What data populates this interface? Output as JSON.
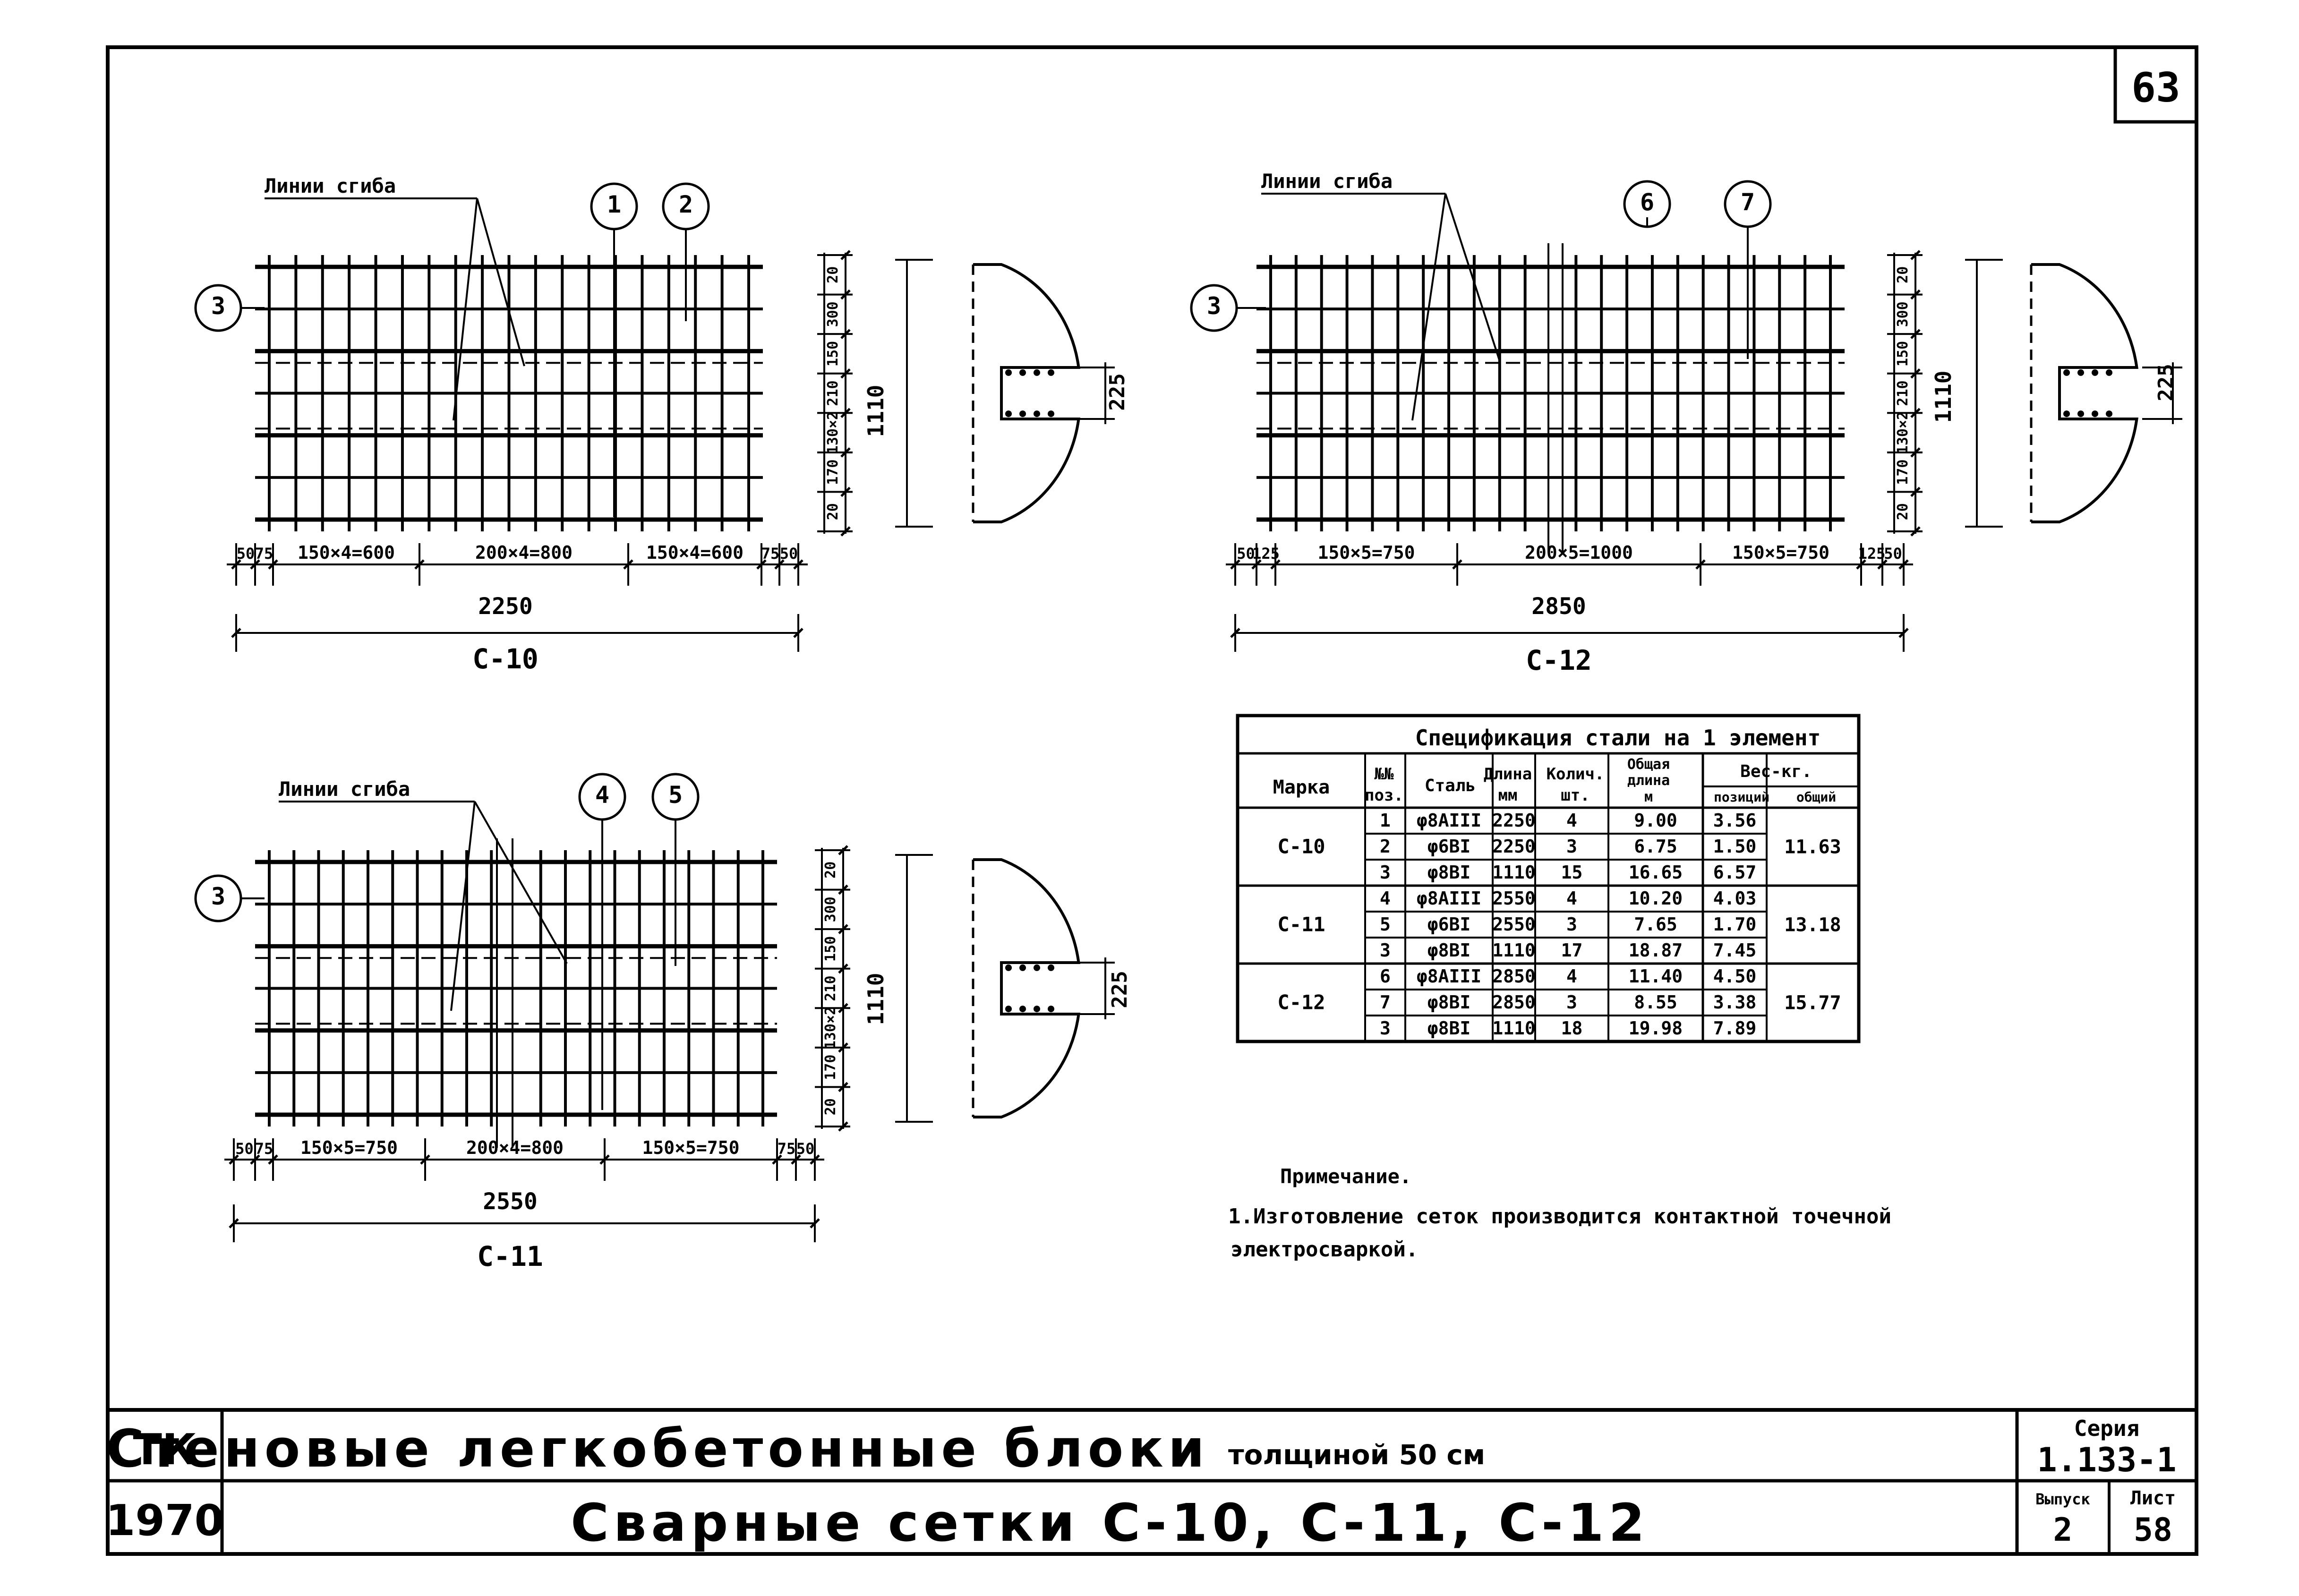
{
  "sheet_number": "63",
  "meshes": [
    {
      "id": "mesh-c10",
      "label": "C-10",
      "bend_label": "Линии сгиба",
      "positions": [
        "1",
        "2",
        "3"
      ],
      "width_dims": [
        "50",
        "75",
        "150×4=600",
        "200×4=800",
        "150×4=600",
        "75",
        "50"
      ],
      "total_width": "2250",
      "height_dims": [
        "20",
        "300",
        "150",
        "210",
        "130×2",
        "170",
        "20"
      ],
      "total_height": "1110",
      "section_dim": "225"
    },
    {
      "id": "mesh-c12",
      "label": "C-12",
      "bend_label": "Линии сгиба",
      "positions": [
        "6",
        "7",
        "3"
      ],
      "width_dims": [
        "50",
        "125",
        "150×5=750",
        "200×5=1000",
        "150×5=750",
        "125",
        "50"
      ],
      "total_width": "2850",
      "height_dims": [
        "20",
        "300",
        "150",
        "210",
        "130×2",
        "170",
        "20"
      ],
      "total_height": "1110",
      "section_dim": "225"
    },
    {
      "id": "mesh-c11",
      "label": "C-11",
      "bend_label": "Линии сгиба",
      "positions": [
        "4",
        "5",
        "3"
      ],
      "width_dims": [
        "50",
        "75",
        "150×5=750",
        "200×4=800",
        "150×5=750",
        "75",
        "50"
      ],
      "total_width": "2550",
      "height_dims": [
        "20",
        "300",
        "150",
        "210",
        "130×2",
        "170",
        "20"
      ],
      "total_height": "1110",
      "section_dim": "225"
    }
  ],
  "spec_table": {
    "title": "Спецификация стали на 1 элемент",
    "headers": {
      "mark": "Марка",
      "pos": [
        "№№",
        "поз."
      ],
      "steel": "Сталь",
      "length": [
        "Длина",
        "мм"
      ],
      "qty": [
        "Колич.",
        "шт."
      ],
      "total_length": [
        "Общая",
        "длина",
        "м"
      ],
      "weight": "Вес-кг.",
      "weight_pos": "позиций",
      "weight_total": "общий"
    },
    "groups": [
      {
        "mark": "C-10",
        "total": "11.63",
        "rows": [
          {
            "pos": "1",
            "steel": "φ8АIII",
            "length": "2250",
            "qty": "4",
            "total_length": "9.00",
            "weight": "3.56"
          },
          {
            "pos": "2",
            "steel": "φ6BI",
            "length": "2250",
            "qty": "3",
            "total_length": "6.75",
            "weight": "1.50"
          },
          {
            "pos": "3",
            "steel": "φ8BI",
            "length": "1110",
            "qty": "15",
            "total_length": "16.65",
            "weight": "6.57"
          }
        ]
      },
      {
        "mark": "C-11",
        "total": "13.18",
        "rows": [
          {
            "pos": "4",
            "steel": "φ8АIII",
            "length": "2550",
            "qty": "4",
            "total_length": "10.20",
            "weight": "4.03"
          },
          {
            "pos": "5",
            "steel": "φ6BI",
            "length": "2550",
            "qty": "3",
            "total_length": "7.65",
            "weight": "1.70"
          },
          {
            "pos": "3",
            "steel": "φ8BI",
            "length": "1110",
            "qty": "17",
            "total_length": "18.87",
            "weight": "7.45"
          }
        ]
      },
      {
        "mark": "C-12",
        "total": "15.77",
        "rows": [
          {
            "pos": "6",
            "steel": "φ8АIII",
            "length": "2850",
            "qty": "4",
            "total_length": "11.40",
            "weight": "4.50"
          },
          {
            "pos": "7",
            "steel": "φ8BI",
            "length": "2850",
            "qty": "3",
            "total_length": "8.55",
            "weight": "3.38"
          },
          {
            "pos": "3",
            "steel": "φ8BI",
            "length": "1110",
            "qty": "18",
            "total_length": "19.98",
            "weight": "7.89"
          }
        ]
      }
    ]
  },
  "note": {
    "heading": "Примечание.",
    "line1": "1.Изготовление сеток производится контактной точечной",
    "line2": "электросваркой."
  },
  "title_block": {
    "tk": "ТК",
    "year": "1970",
    "title_main": "Стеновые легкобетонные блоки",
    "title_suffix": "толщиной 50 см",
    "subtitle": "Сварные сетки С-10, С-11, С-12",
    "series_label": "Серия",
    "series_value": "1.133-1",
    "issue_label": "Выпуск",
    "issue_value": "2",
    "sheet_label": "Лист",
    "sheet_value": "58"
  }
}
